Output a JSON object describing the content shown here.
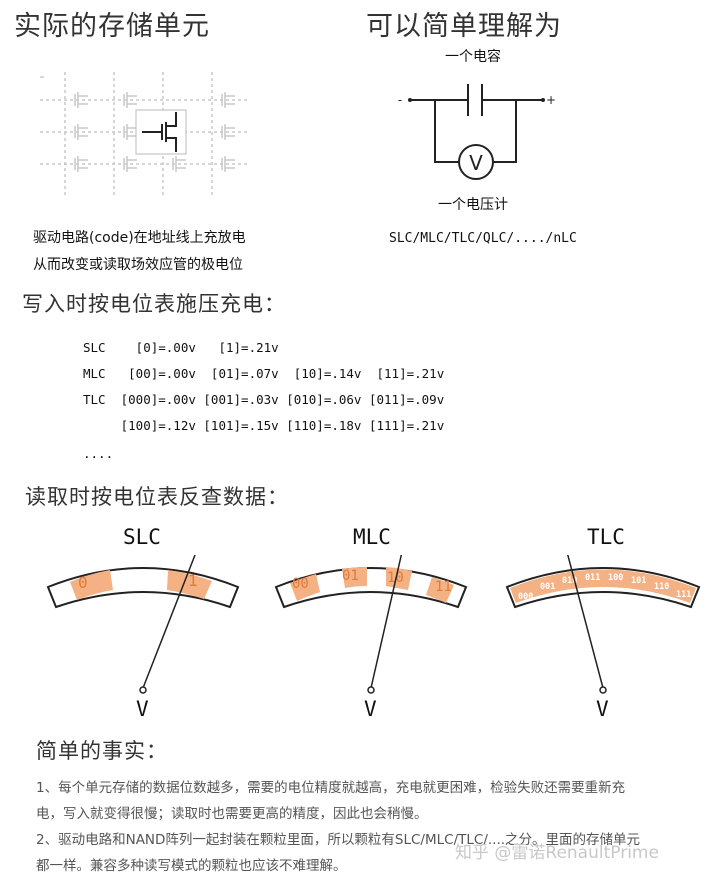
{
  "left_title": "实际的存储单元",
  "right_title": "可以简单理解为",
  "cell_caption_line1": "驱动电路(code)在地址线上充放电",
  "cell_caption_line2": "从而改变或读取场效应管的极电位",
  "capacitor_label": "一个电容",
  "voltmeter_label": "一个电压计",
  "voltmeter_symbol": "V",
  "minus_sign": "-",
  "plus_sign": "+",
  "cell_types": "SLC/MLC/TLC/QLC/..../nLC",
  "write_heading": "写入时按电位表施压充电：",
  "write_table": [
    "SLC    [0]=.00v   [1]=.21v",
    "MLC   [00]=.00v  [01]=.07v  [10]=.14v  [11]=.21v",
    "TLC  [000]=.00v [001]=.03v [010]=.06v [011]=.09v",
    "     [100]=.12v [101]=.15v [110]=.18v [111]=.21v",
    "...."
  ],
  "read_heading": "读取时按电位表反查数据：",
  "gauges": [
    {
      "title": "SLC",
      "needle": "V",
      "labels": [
        "0",
        "1"
      ]
    },
    {
      "title": "MLC",
      "needle": "V",
      "labels": [
        "00",
        "01",
        "10",
        "11"
      ]
    },
    {
      "title": "TLC",
      "needle": "V",
      "labels": [
        "000",
        "001",
        "010",
        "011",
        "100",
        "101",
        "110",
        "111"
      ]
    }
  ],
  "facts_heading": "简单的事实：",
  "fact1_line1": "1、每个单元存储的数据位数越多，需要的电位精度就越高，充电就更困难，检验失败还需要重新充",
  "fact1_line2": "电，写入就变得很慢；读取时也需要更高的精度，因此也会稍慢。",
  "fact2_line1": "2、驱动电路和NAND阵列一起封装在颗粒里面，所以颗粒有SLC/MLC/TLC/....之分。里面的存储单元",
  "fact2_line2": "都一样。兼容多种读写模式的颗粒也应该不难理解。",
  "watermark": "知乎 @雷诺RenaultPrime",
  "colors": {
    "band": "#f4b183",
    "gauge_stroke": "#222222",
    "text_gray": "#555555",
    "grid": "#c8c8c8"
  }
}
